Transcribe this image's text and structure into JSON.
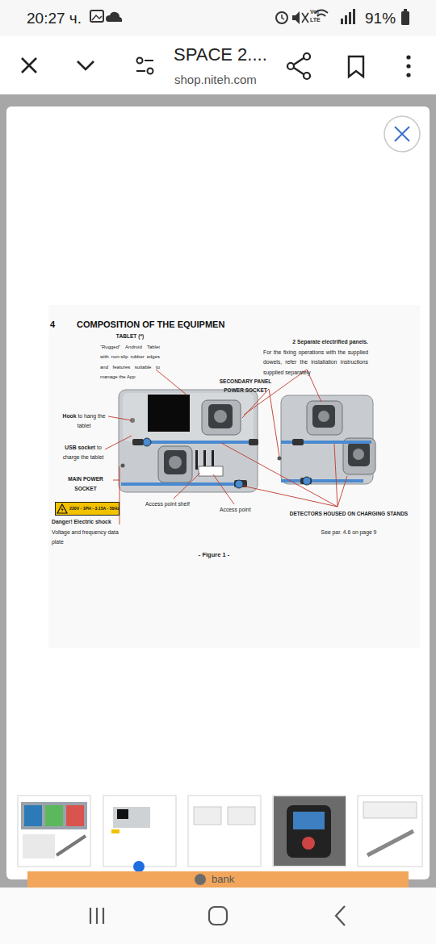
{
  "diagram": {
    "title": "COMPOSITION OF THE EQUIPMEN",
    "caption": "- Figure 1 -",
    "nodes": [
      {
        "text": [
          "220V - 1PH - 3.15A - 50Hz"
        ]
      }
    ],
    "labels": [
      "20:27 ч.",
      "Vo)",
      "LTE",
      "91%",
      "SPACE 2....",
      "shop.niteh.com",
      "4",
      "TABLET (*)",
      "“Rugged” Android Tablet with non-slip rubber edges and features suitable to manage the App",
      "2 Separate electrified panels.",
      "For the fixing operations with the supplied dowels, refer the installation instructions supplied separately",
      "SECONDARY PANEL POWER SOCKET",
      "Hook",
      "to hang the tablet",
      "USB socket",
      "to charge the tablet",
      "MAIN POWER SOCKET",
      "Danger! Electric shock",
      "Voltage and frequency data plate",
      "Access point shelf",
      "Access point",
      "DETECTORS HOUSED ON CHARGING STANDS",
      "See par. 4.6 on page 9",
      "bank"
    ]
  }
}
